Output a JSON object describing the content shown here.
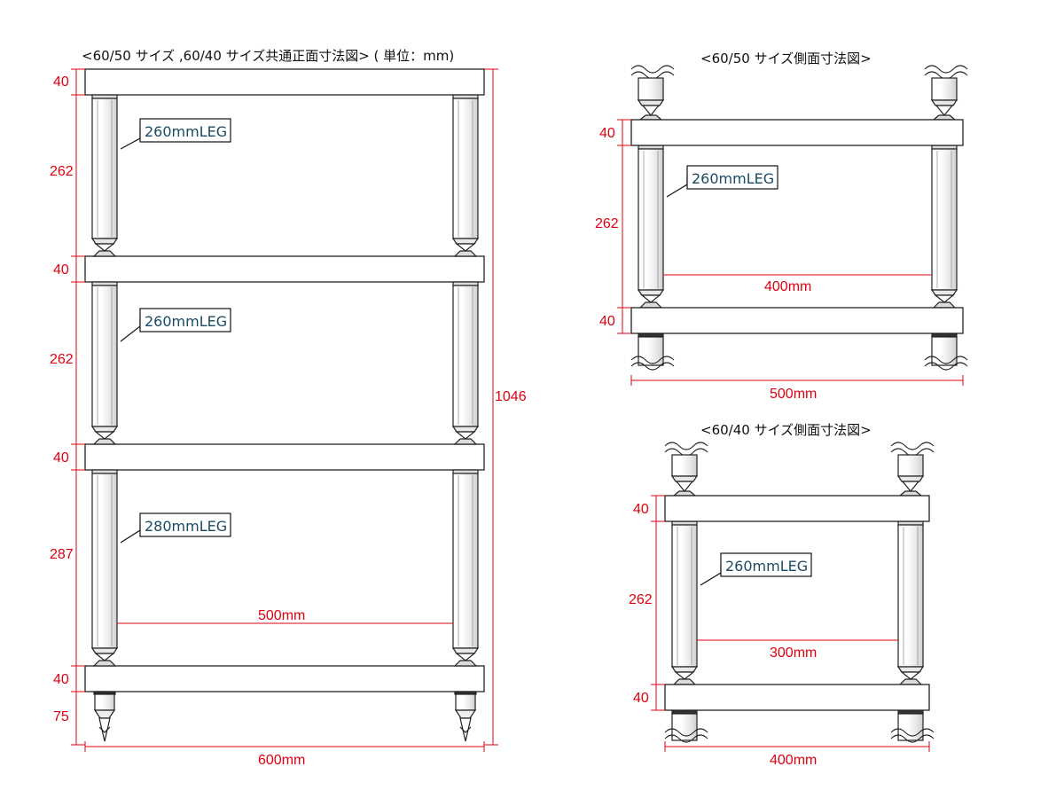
{
  "front": {
    "title": "<60/50 サイズ ,60/40 サイズ共通正面寸法図> ( 単位：mm)",
    "dims": [
      "40",
      "262",
      "40",
      "262",
      "40",
      "287",
      "40",
      "75"
    ],
    "total": "1046",
    "inner_width": "500mm",
    "outer_width": "600mm",
    "legs": [
      "260mmLEG",
      "260mmLEG",
      "280mmLEG"
    ]
  },
  "side5050": {
    "title": "<60/50 サイズ側面寸法図>",
    "dims": [
      "40",
      "262",
      "40"
    ],
    "inner_width": "400mm",
    "outer_width": "500mm",
    "leg": "260mmLEG"
  },
  "side6040": {
    "title": "<60/40 サイズ側面寸法図>",
    "dims": [
      "40",
      "262",
      "40"
    ],
    "inner_width": "300mm",
    "outer_width": "400mm",
    "leg": "260mmLEG"
  },
  "colors": {
    "dimension": "#e00010",
    "label": "#1a4a66",
    "outline": "#222222"
  }
}
